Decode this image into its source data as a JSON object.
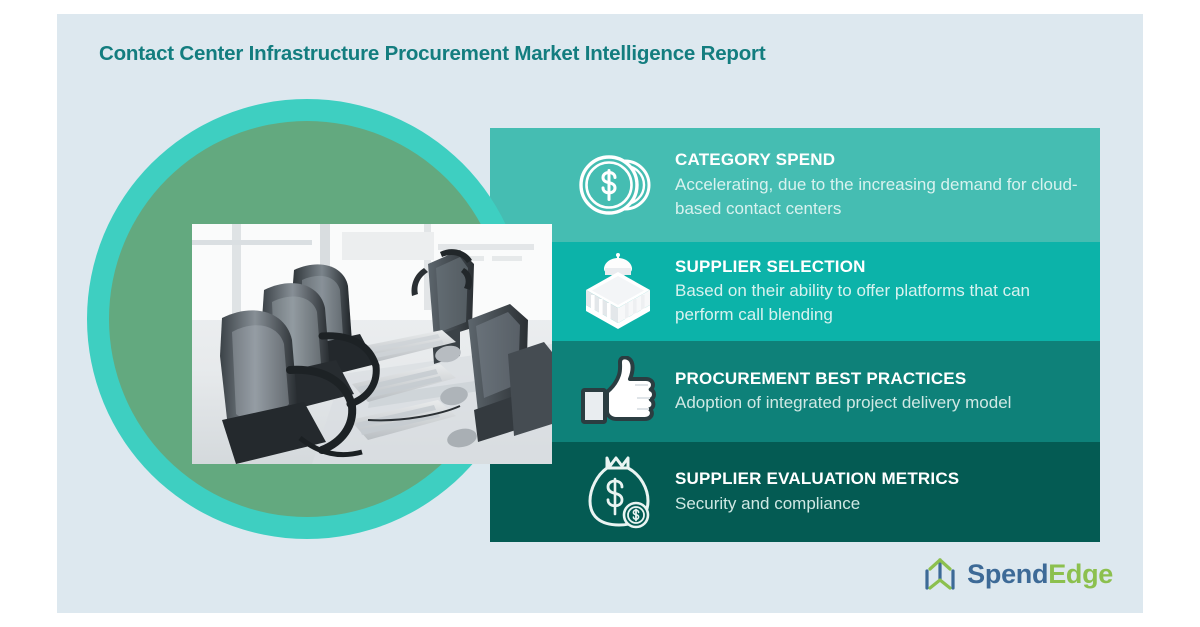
{
  "page": {
    "title": "Contact Center Infrastructure Procurement Market Intelligence Report",
    "background_color": "#dde8ef",
    "title_color": "#137d7f"
  },
  "hero": {
    "ring_color": "#3ecfc1",
    "fill_color": "#63a97f",
    "photo_alt": "Row of black office chairs at contact center workstations with keyboards, monitors and headsets"
  },
  "bands": [
    {
      "id": "category-spend",
      "title": "CATEGORY SPEND",
      "description": "Accelerating, due to the increasing demand for cloud-based contact centers",
      "icon": "coins-dollar-icon",
      "color": "#45bdb2"
    },
    {
      "id": "supplier-selection",
      "title": "SUPPLIER SELECTION",
      "description": "Based on their ability to offer platforms that can perform call blending",
      "icon": "bank-building-icon",
      "color": "#0cb3a9"
    },
    {
      "id": "procurement-best-practices",
      "title": "PROCUREMENT BEST PRACTICES",
      "description": "Adoption of integrated project delivery model",
      "icon": "thumbs-up-icon",
      "color": "#0e8179"
    },
    {
      "id": "supplier-evaluation-metrics",
      "title": "SUPPLIER EVALUATION METRICS",
      "description": "Security and compliance",
      "icon": "money-bag-icon",
      "color": "#045b53"
    }
  ],
  "logo": {
    "mark": "spendedge-tri-arrow-icon",
    "text_primary": "Spend",
    "text_secondary": "Edge",
    "color_primary": "#3d6a97",
    "color_secondary": "#8cc04e"
  }
}
